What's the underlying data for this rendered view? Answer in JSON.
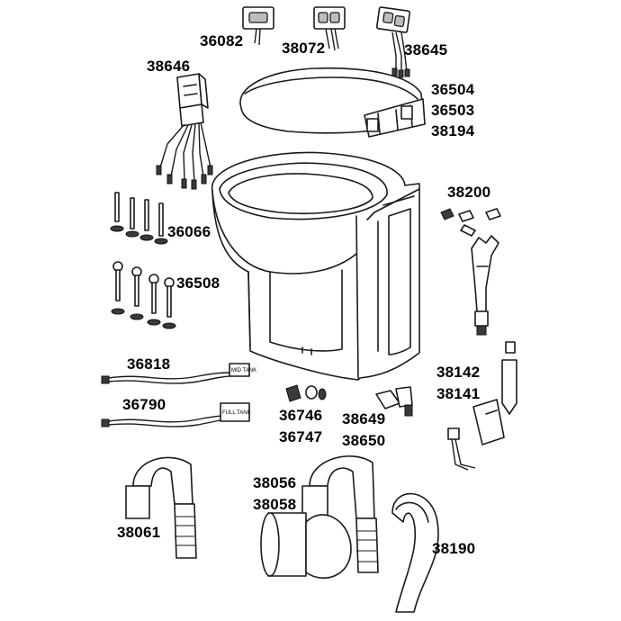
{
  "parts": {
    "p36082": "36082",
    "p38072": "38072",
    "p38645": "38645",
    "p38646": "38646",
    "p36504": "36504",
    "p36503": "36503",
    "p38194": "38194",
    "p38200": "38200",
    "p36066": "36066",
    "p36508": "36508",
    "p36818": "36818",
    "p36790": "36790",
    "p36746": "36746",
    "p36747": "36747",
    "p38649": "38649",
    "p38650": "38650",
    "p38142": "38142",
    "p38141": "38141",
    "p38056": "38056",
    "p38058": "38058",
    "p38061": "38061",
    "p38190": "38190"
  },
  "tank_labels": {
    "mid": "MID TANK",
    "full": "FULL TANK"
  },
  "colors": {
    "line": "#1a1a1a",
    "shade": "#bdbdbd",
    "dark": "#3a3a3a"
  }
}
